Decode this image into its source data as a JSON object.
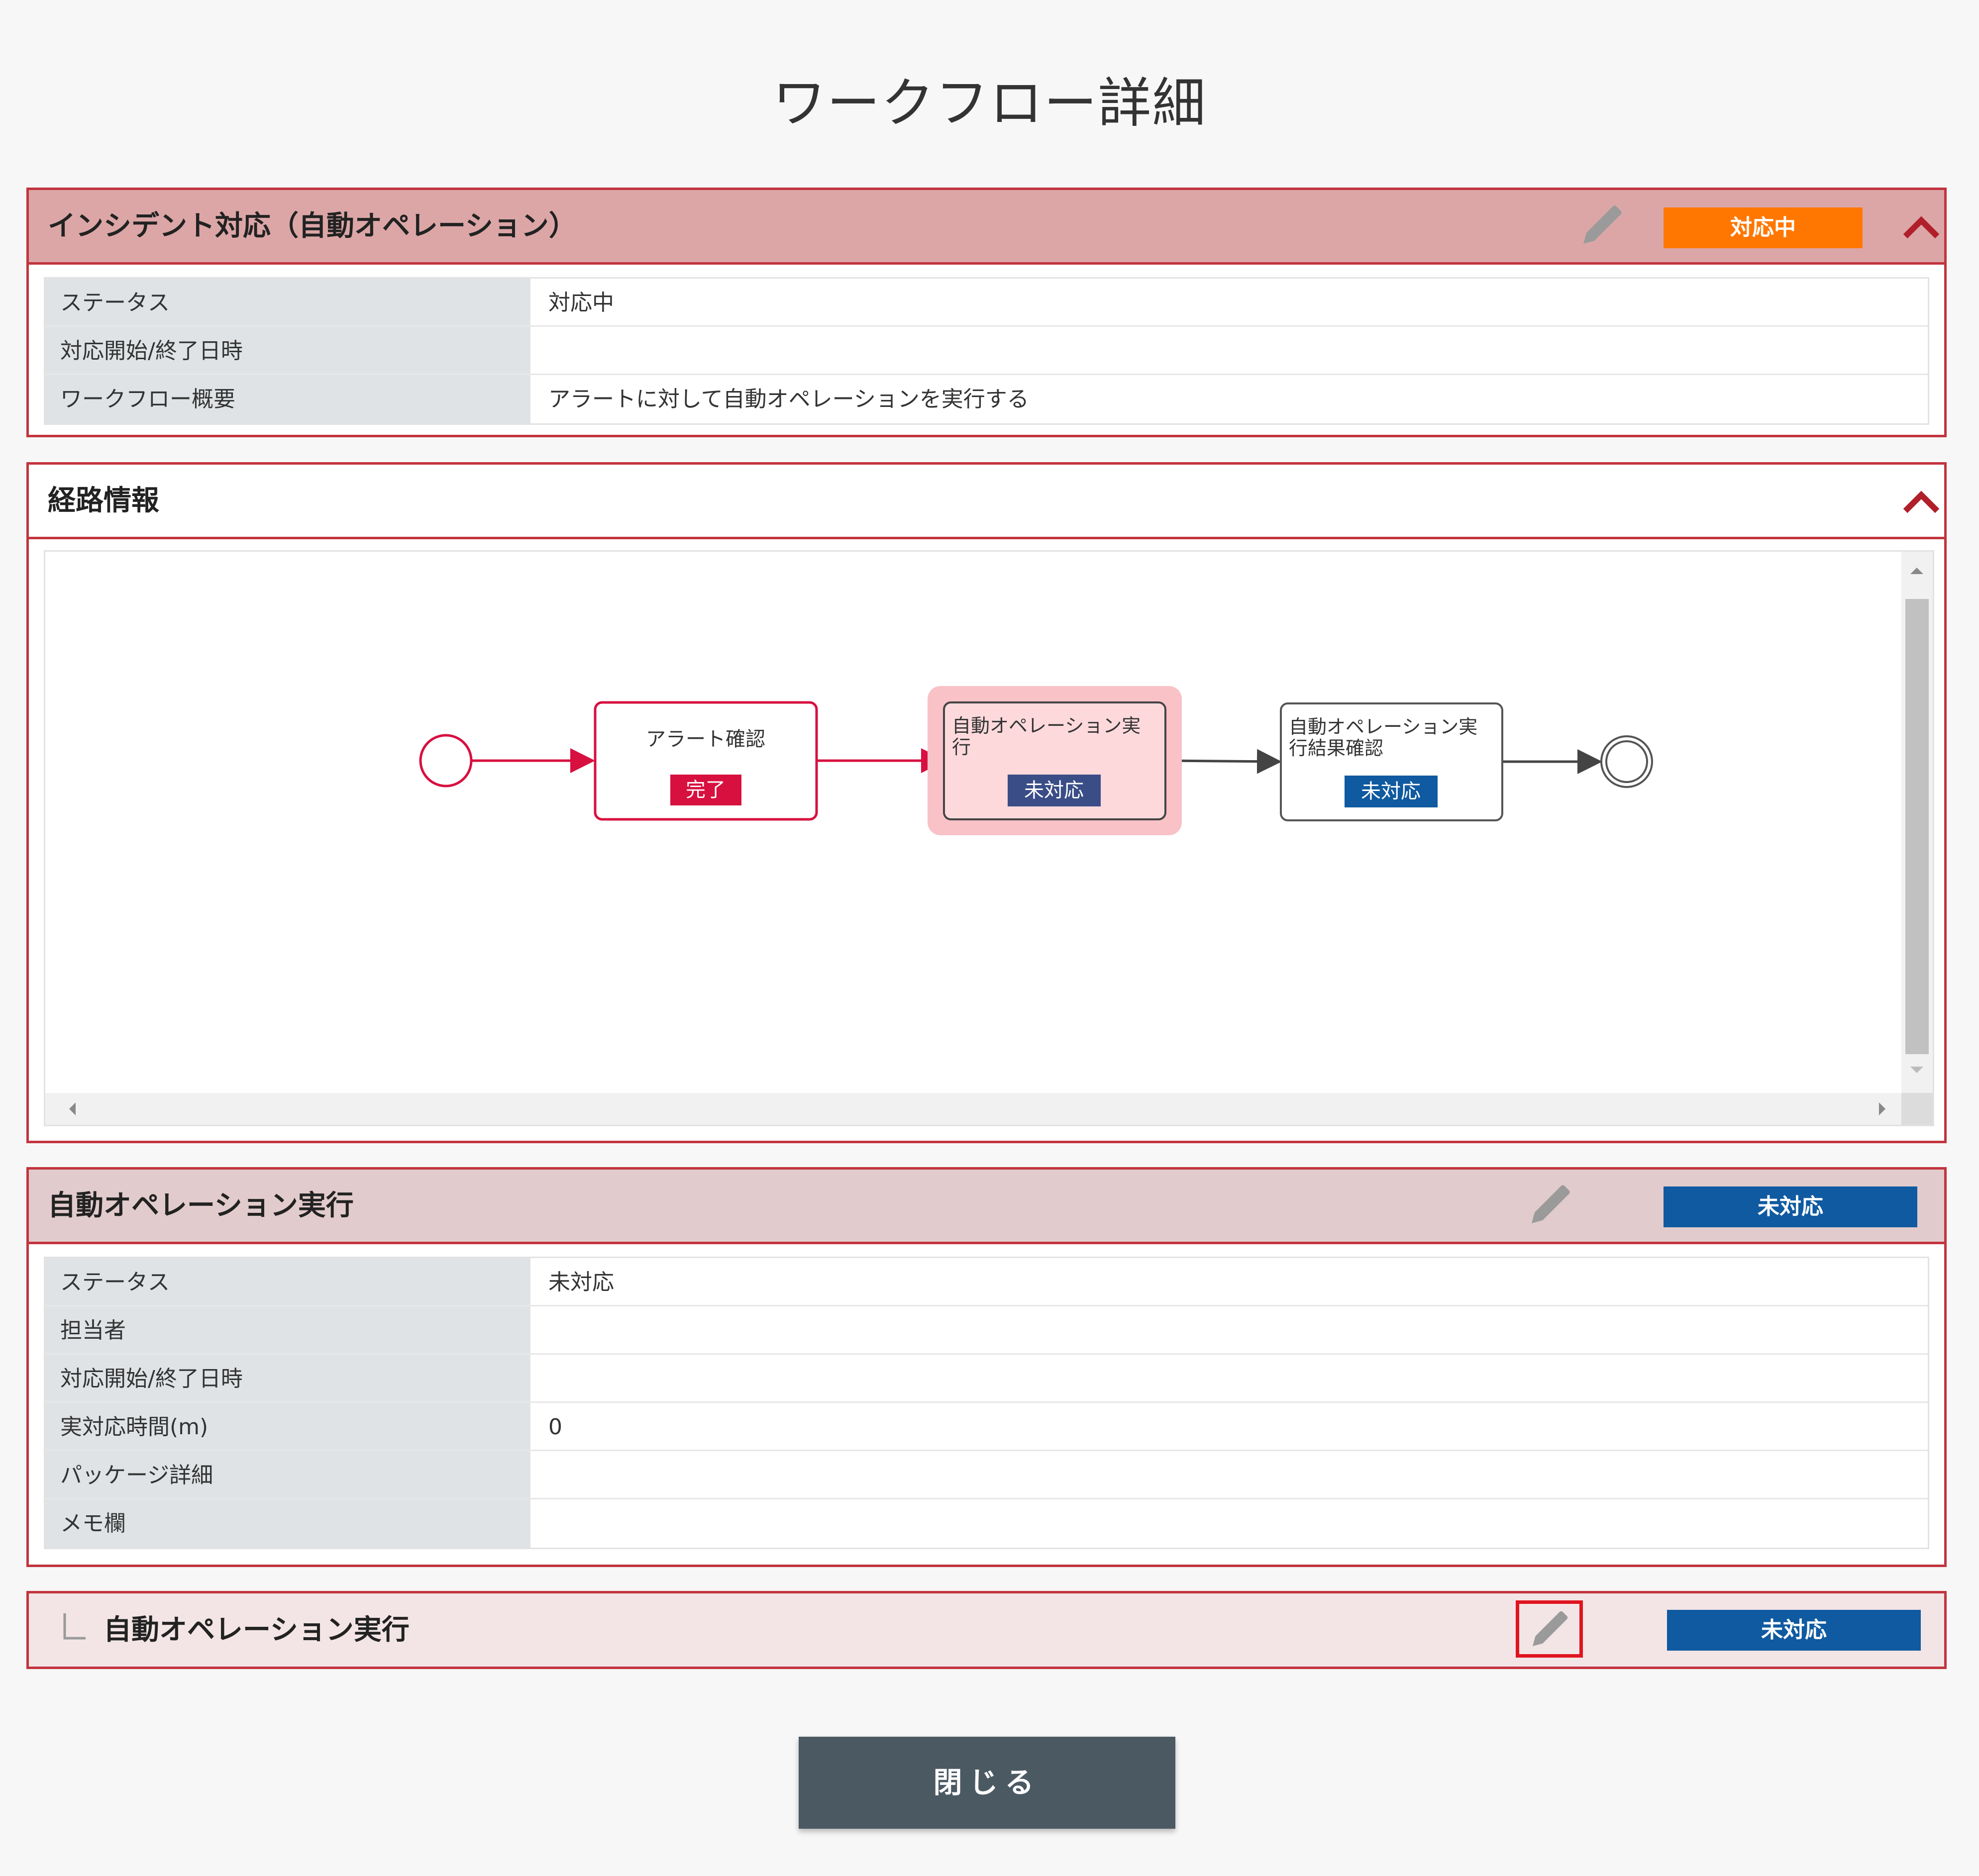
{
  "page": {
    "title": "ワークフロー詳細"
  },
  "colors": {
    "accent": "#c2343e",
    "status_in_progress": "#ff7700",
    "status_pending": "#0f5aa0",
    "status_done": "#d7103f",
    "node_pending_badge": "#3a4d86"
  },
  "workflow": {
    "title": "インシデント対応（自動オペレーション）",
    "status_badge": "対応中",
    "rows": [
      {
        "label": "ステータス",
        "value": "対応中"
      },
      {
        "label": "対応開始/終了日時",
        "value": ""
      },
      {
        "label": "ワークフロー概要",
        "value": "アラートに対して自動オペレーションを実行する"
      }
    ]
  },
  "route": {
    "title": "経路情報",
    "nodes": [
      {
        "title": "アラート確認",
        "badge": "完了"
      },
      {
        "title_line1": "自動オペレーション実",
        "title_line2": "行",
        "badge": "未対応"
      },
      {
        "title_line1": "自動オペレーション実",
        "title_line2": "行結果確認",
        "badge": "未対応"
      }
    ]
  },
  "task": {
    "title": "自動オペレーション実行",
    "status_badge": "未対応",
    "rows": [
      {
        "label": "ステータス",
        "value": "未対応"
      },
      {
        "label": "担当者",
        "value": ""
      },
      {
        "label": "対応開始/終了日時",
        "value": ""
      },
      {
        "label": "実対応時間(m)",
        "value": "0"
      },
      {
        "label": "パッケージ詳細",
        "value": ""
      },
      {
        "label": "メモ欄",
        "value": ""
      }
    ]
  },
  "subtask": {
    "title": "自動オペレーション実行",
    "status_badge": "未対応"
  },
  "footer": {
    "close_label": "閉じる"
  }
}
